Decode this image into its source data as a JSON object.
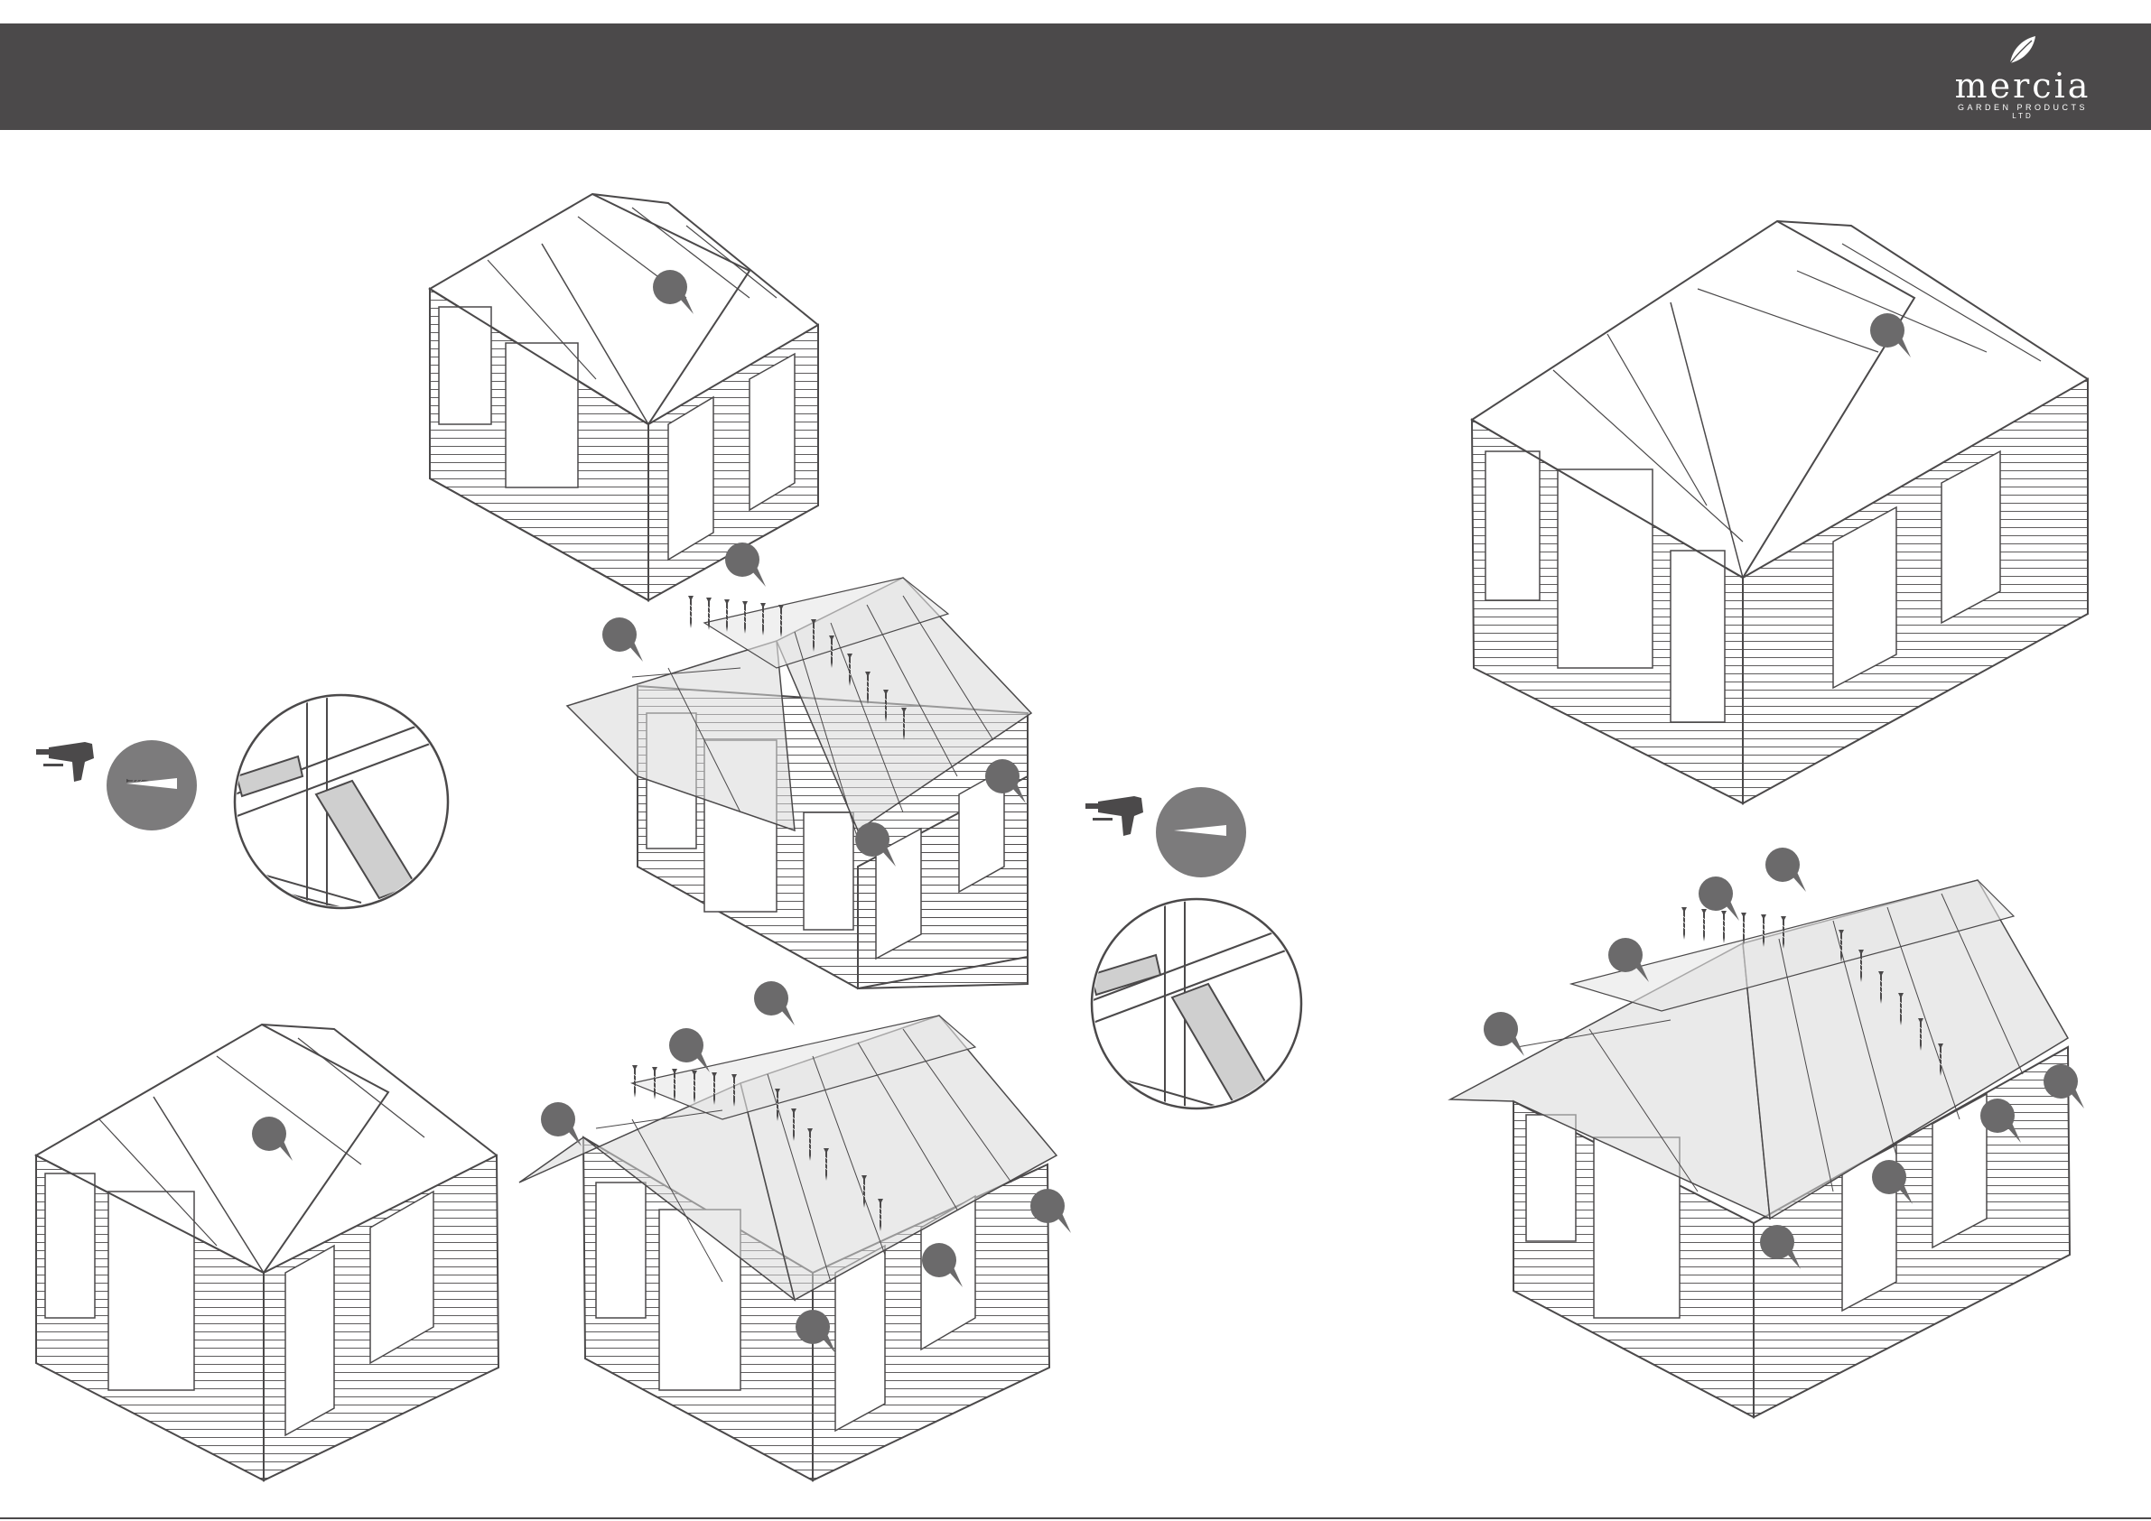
{
  "header": {
    "brand": "mercia",
    "brand_sub": "GARDEN PRODUCTS",
    "brand_sub2": "LTD",
    "bar_color": "#4b494a"
  },
  "illustrations": [
    {
      "id": "small-frame",
      "description_icon": "summerhouse-frame"
    },
    {
      "id": "small-roof",
      "description_icon": "summerhouse-roof-fitting"
    },
    {
      "id": "medium-frame",
      "description_icon": "summerhouse-frame"
    },
    {
      "id": "medium-roof",
      "description_icon": "summerhouse-roof-fitting"
    },
    {
      "id": "large-frame",
      "description_icon": "summerhouse-frame"
    },
    {
      "id": "large-roof",
      "description_icon": "summerhouse-roof-fitting"
    }
  ],
  "tools": {
    "icon": "drill-icon",
    "fixing_icon": "screw-icon",
    "detail_icon": "magnified-joint-detail"
  },
  "colors": {
    "line": "#4b494a",
    "callout": "#6b6a6b",
    "tool_badge": "#7c7b7c"
  }
}
